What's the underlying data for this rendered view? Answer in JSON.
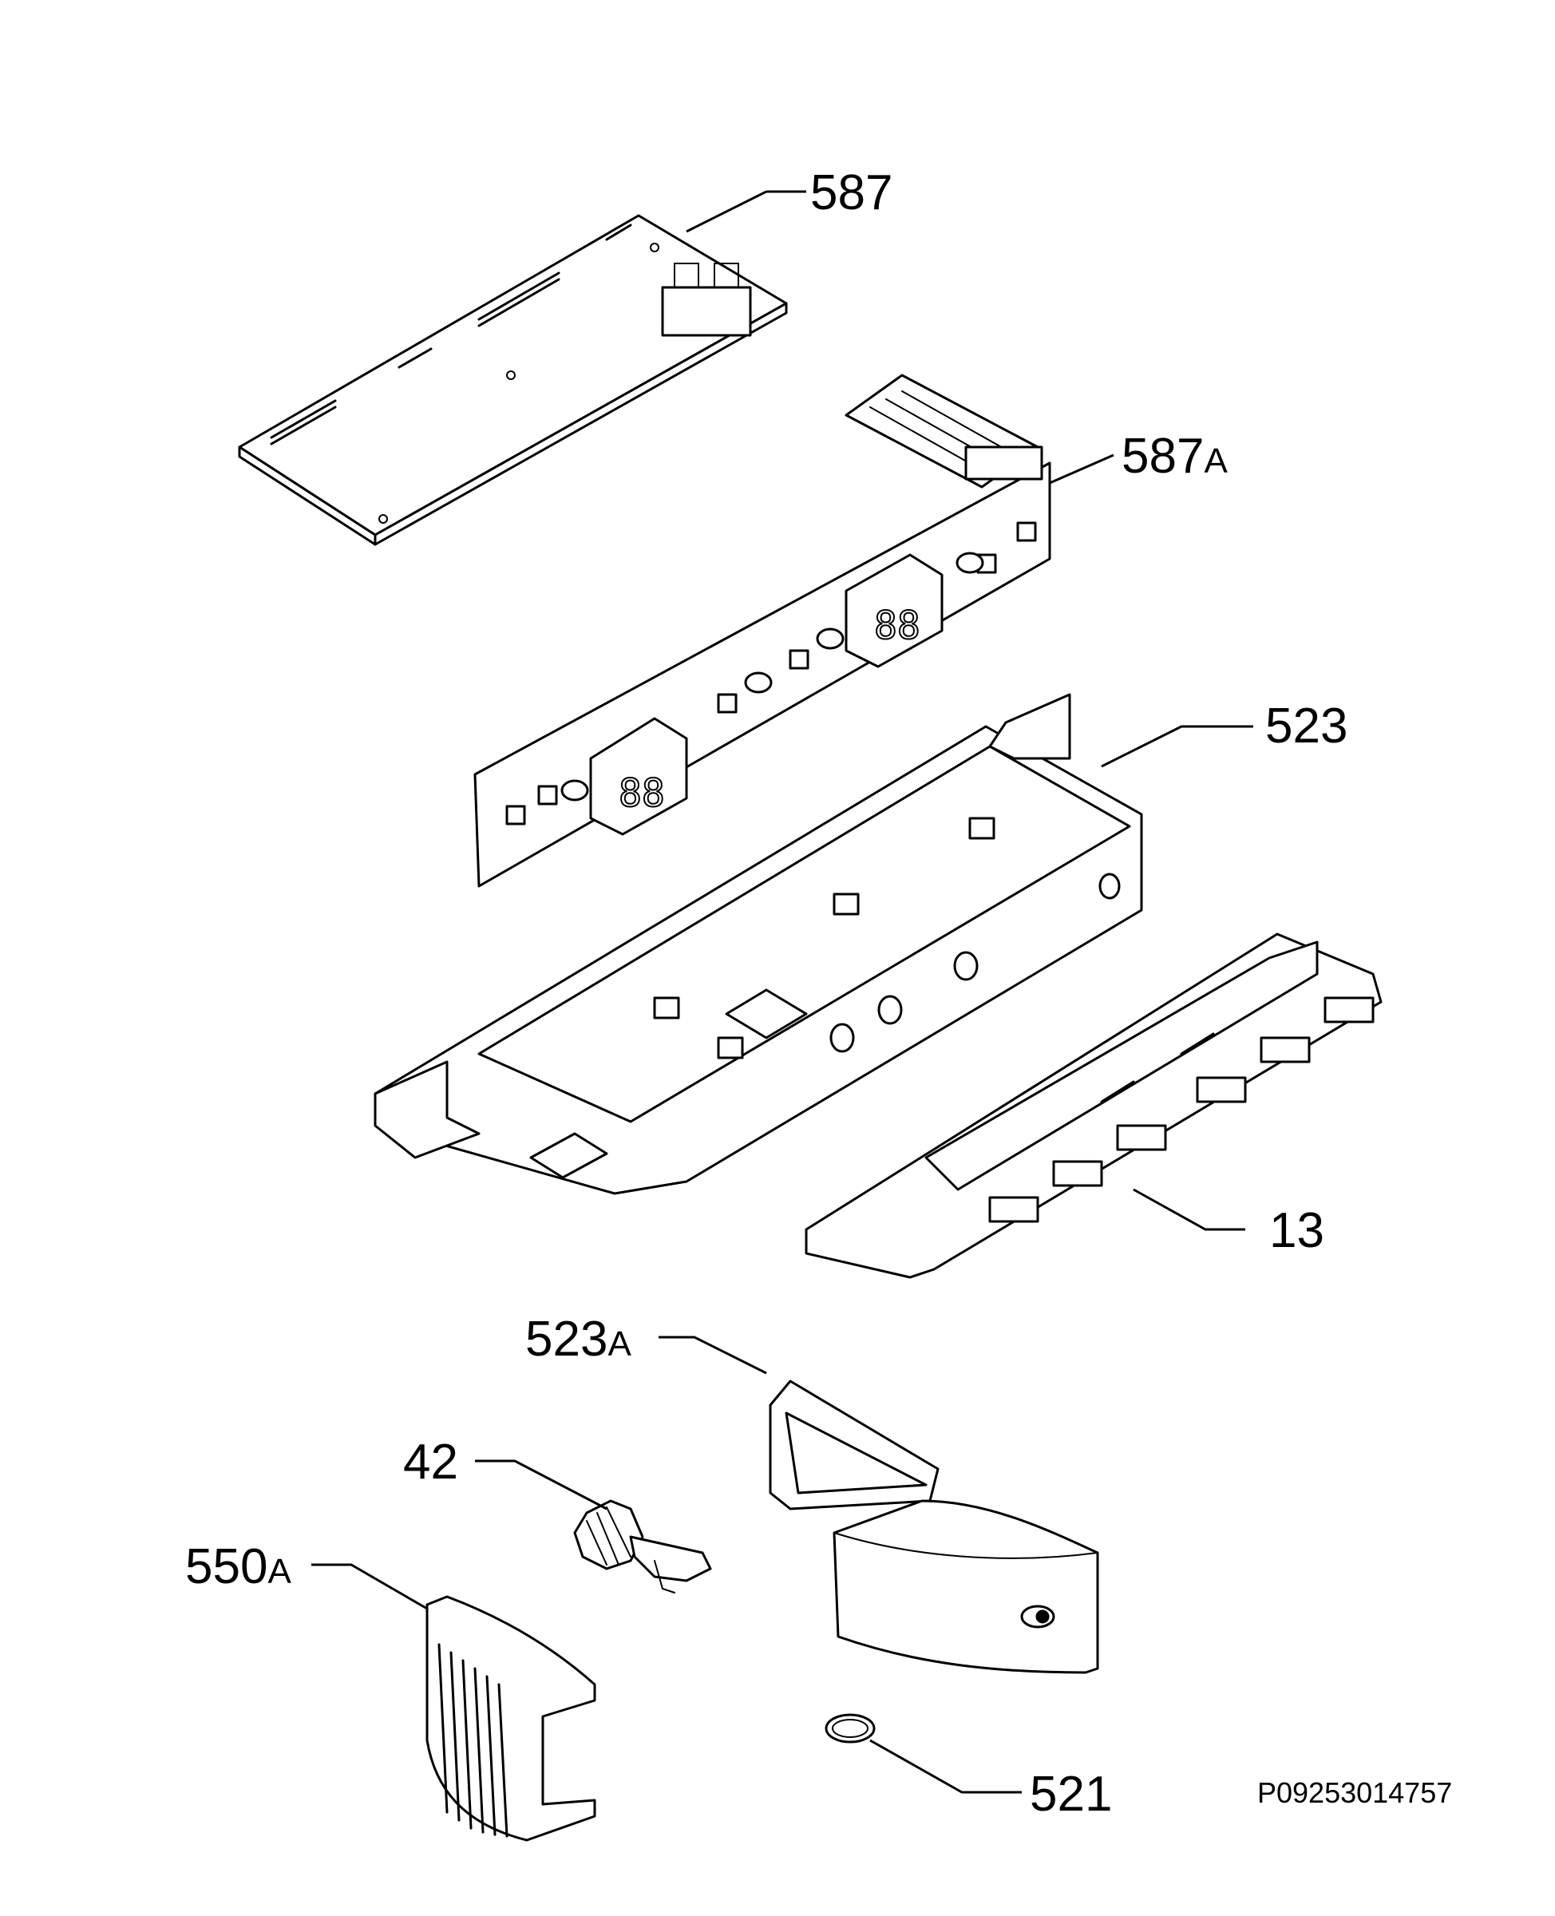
{
  "callouts": [
    {
      "id": "587",
      "num": "587",
      "suffix": ""
    },
    {
      "id": "587a",
      "num": "587",
      "suffix": "A"
    },
    {
      "id": "523",
      "num": "523",
      "suffix": ""
    },
    {
      "id": "13",
      "num": "13",
      "suffix": ""
    },
    {
      "id": "523a",
      "num": "523",
      "suffix": "A"
    },
    {
      "id": "42",
      "num": "42",
      "suffix": ""
    },
    {
      "id": "550a",
      "num": "550",
      "suffix": "A"
    },
    {
      "id": "521",
      "num": "521",
      "suffix": ""
    }
  ],
  "reference_code": "P09253014757"
}
